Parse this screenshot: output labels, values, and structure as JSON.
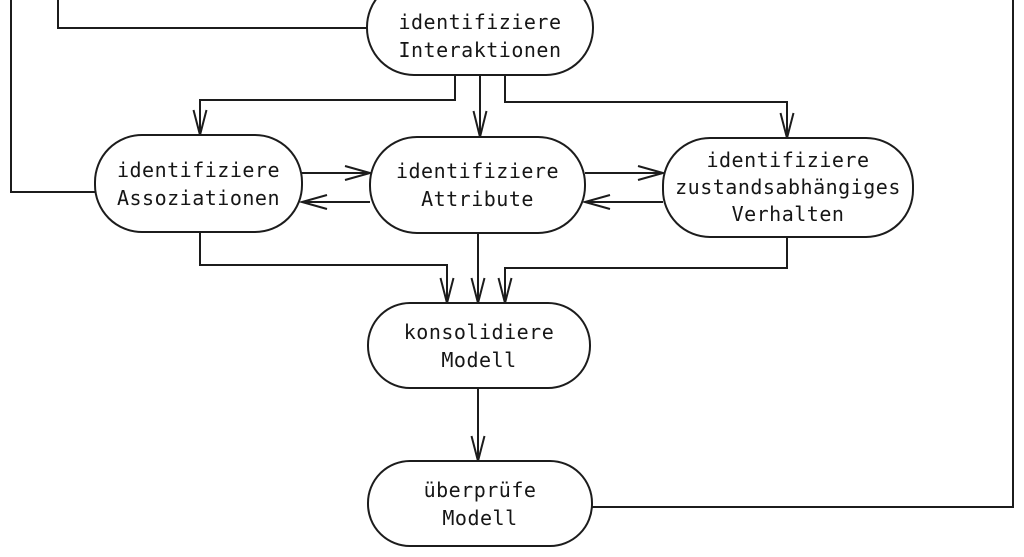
{
  "diagram": {
    "background_color": "#ffffff",
    "line_color": "#1c1c1c",
    "nodes": {
      "interaktionen": {
        "line1": "identifiziere",
        "line2": "Interaktionen"
      },
      "assoziationen": {
        "line1": "identifiziere",
        "line2": "Assoziationen"
      },
      "attribute": {
        "line1": "identifiziere",
        "line2": "Attribute"
      },
      "verhalten": {
        "line1": "identifiziere",
        "line2": "zustandsabhängiges",
        "line3": "Verhalten"
      },
      "konsolidiere": {
        "line1": "konsolidiere",
        "line2": "Modell"
      },
      "ueberpruefe": {
        "line1": "überprüfe",
        "line2": "Modell"
      }
    },
    "edges": [
      {
        "from": "offscreen-top-left-outer",
        "to": "assoziationen",
        "arrowhead": false
      },
      {
        "from": "offscreen-top-left-inner",
        "to": "interaktionen",
        "arrowhead": false
      },
      {
        "from": "interaktionen",
        "to": "assoziationen",
        "arrowhead": true
      },
      {
        "from": "interaktionen",
        "to": "attribute",
        "arrowhead": true
      },
      {
        "from": "interaktionen",
        "to": "verhalten",
        "arrowhead": true
      },
      {
        "from": "assoziationen",
        "to": "attribute",
        "arrowhead": true
      },
      {
        "from": "attribute",
        "to": "assoziationen",
        "arrowhead": true
      },
      {
        "from": "attribute",
        "to": "verhalten",
        "arrowhead": true
      },
      {
        "from": "verhalten",
        "to": "attribute",
        "arrowhead": true
      },
      {
        "from": "assoziationen",
        "to": "konsolidiere",
        "arrowhead": true
      },
      {
        "from": "attribute",
        "to": "konsolidiere",
        "arrowhead": true
      },
      {
        "from": "verhalten",
        "to": "konsolidiere",
        "arrowhead": true
      },
      {
        "from": "konsolidiere",
        "to": "ueberpruefe",
        "arrowhead": true
      },
      {
        "from": "ueberpruefe",
        "to": "offscreen-top-right",
        "arrowhead": false
      }
    ]
  }
}
